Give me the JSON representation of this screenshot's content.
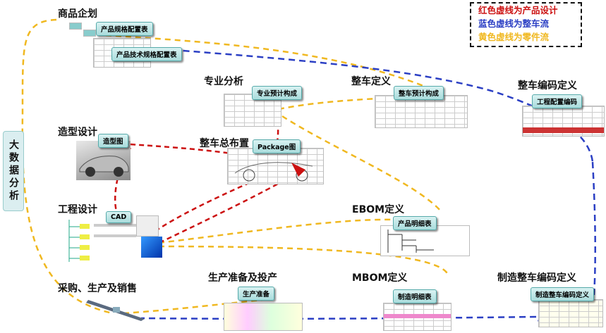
{
  "legend": {
    "red": "红色虚线为产品设计",
    "blue": "蓝色虚线为整车流",
    "yellow": "黄色虚线为零件流"
  },
  "colors": {
    "red": "#cc1111",
    "blue": "#2b3fc4",
    "yellow": "#f0b820",
    "chip_bg": "#bfe6e6",
    "side_bg": "#dbeef0"
  },
  "side_label": "大数据分析",
  "sections": {
    "product_planning": "商品企划",
    "professional_analysis": "专业分析",
    "vehicle_definition": "整车定义",
    "vehicle_code_definition": "整车编码定义",
    "styling_design": "造型设计",
    "vehicle_layout": "整车总布置",
    "engineering_design": "工程设计",
    "ebom_definition": "EBOM定义",
    "production_prep": "生产准备及投产",
    "mbom_definition": "MBOM定义",
    "mfg_code_definition": "制造整车编码定义",
    "procurement": "采购、生产及销售"
  },
  "chips": {
    "spec_config_table": "产品规格配置表",
    "tech_spec_config_table": "产品技术规格配置表",
    "pro_estimate": "专业预计构成",
    "vehicle_estimate": "整车预计构成",
    "engineering_config_code": "工程配置编码",
    "styling_image": "造型图",
    "package_image": "Package图",
    "cad": "CAD",
    "product_detail": "产品明细表",
    "mfg_detail": "制造明细表",
    "production_prep": "生产准备",
    "mfg_vehicle_code": "制造整车编码定义"
  }
}
